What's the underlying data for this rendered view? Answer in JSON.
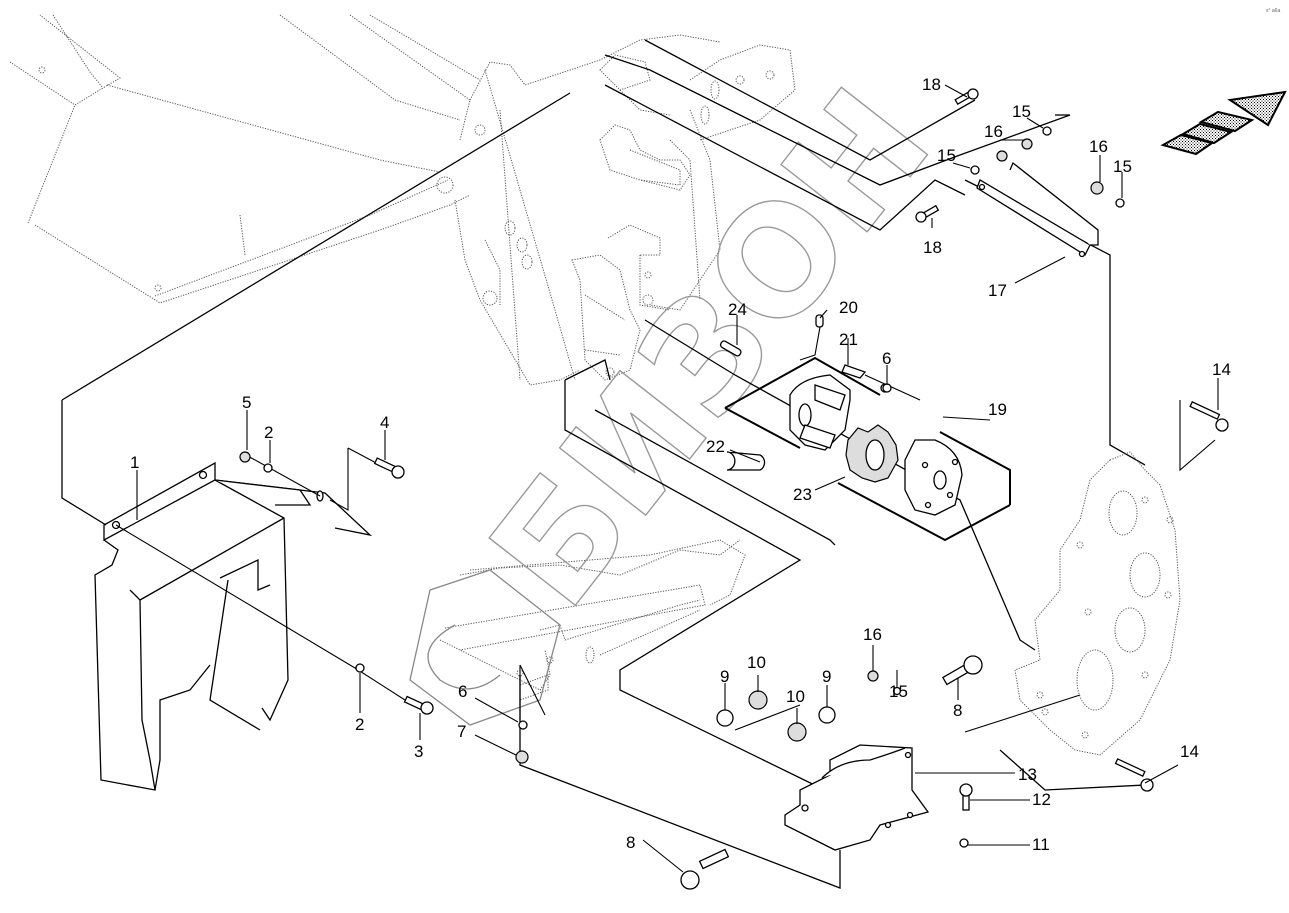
{
  "diagram": {
    "type": "exploded-parts-diagram",
    "watermark_text": "БИЗОН",
    "corner_ref": "s° a6a",
    "direction_arrow": "forward-travel-arrow",
    "callouts": [
      {
        "id": "c1",
        "label": "1",
        "part": "shield-cover"
      },
      {
        "id": "c2a",
        "label": "2",
        "part": "washer"
      },
      {
        "id": "c2b",
        "label": "2",
        "part": "washer"
      },
      {
        "id": "c3",
        "label": "3",
        "part": "bolt"
      },
      {
        "id": "c4",
        "label": "4",
        "part": "bolt"
      },
      {
        "id": "c5",
        "label": "5",
        "part": "nut"
      },
      {
        "id": "c6a",
        "label": "6",
        "part": "washer"
      },
      {
        "id": "c6b",
        "label": "6",
        "part": "washer"
      },
      {
        "id": "c7",
        "label": "7",
        "part": "nut"
      },
      {
        "id": "c8a",
        "label": "8",
        "part": "bolt"
      },
      {
        "id": "c8b",
        "label": "8",
        "part": "bolt"
      },
      {
        "id": "c9a",
        "label": "9",
        "part": "lock-washer"
      },
      {
        "id": "c9b",
        "label": "9",
        "part": "lock-washer"
      },
      {
        "id": "c10a",
        "label": "10",
        "part": "nut"
      },
      {
        "id": "c10b",
        "label": "10",
        "part": "nut"
      },
      {
        "id": "c11",
        "label": "11",
        "part": "washer"
      },
      {
        "id": "c12",
        "label": "12",
        "part": "bolt"
      },
      {
        "id": "c13",
        "label": "13",
        "part": "mounting-bracket"
      },
      {
        "id": "c14a",
        "label": "14",
        "part": "bolt"
      },
      {
        "id": "c14b",
        "label": "14",
        "part": "bolt"
      },
      {
        "id": "c15a",
        "label": "15",
        "part": "washer"
      },
      {
        "id": "c15b",
        "label": "15",
        "part": "washer"
      },
      {
        "id": "c15c",
        "label": "15",
        "part": "washer"
      },
      {
        "id": "c15d",
        "label": "15",
        "part": "washer"
      },
      {
        "id": "c16a",
        "label": "16",
        "part": "nut"
      },
      {
        "id": "c16b",
        "label": "16",
        "part": "nut"
      },
      {
        "id": "c16c",
        "label": "16",
        "part": "nut"
      },
      {
        "id": "c17",
        "label": "17",
        "part": "channel-bracket"
      },
      {
        "id": "c18a",
        "label": "18",
        "part": "bolt"
      },
      {
        "id": "c18b",
        "label": "18",
        "part": "bolt"
      },
      {
        "id": "c19",
        "label": "19",
        "part": "coupling-hub"
      },
      {
        "id": "c20",
        "label": "20",
        "part": "set-screw"
      },
      {
        "id": "c21",
        "label": "21",
        "part": "screw"
      },
      {
        "id": "c22",
        "label": "22",
        "part": "bushing"
      },
      {
        "id": "c23",
        "label": "23",
        "part": "spider-insert"
      },
      {
        "id": "c24",
        "label": "24",
        "part": "key"
      }
    ]
  }
}
